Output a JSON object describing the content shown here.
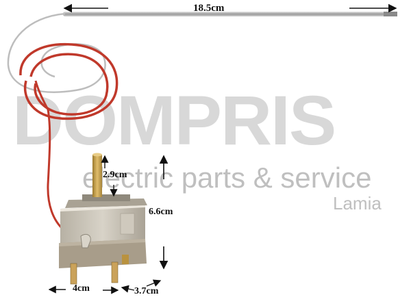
{
  "watermark": {
    "brand": "DOMPRIS",
    "tagline": "electric parts & service",
    "city": "Lamia"
  },
  "dimensions": {
    "length": "18.5cm",
    "shaft": "2.9cm",
    "height": "6.6cm",
    "width": "4cm",
    "depth": "3.7cm"
  },
  "colors": {
    "capillary_red": "#c0392b",
    "capillary_silver": "#b8b8b8",
    "body_metal": "#c9c3b6",
    "base_ceramic": "#a89d8a",
    "shaft_brass": "#c9a24a",
    "terminal": "#caa25a"
  },
  "icons": [
    "arrow-left-icon",
    "arrow-right-icon",
    "arrow-up-icon",
    "arrow-down-icon"
  ]
}
